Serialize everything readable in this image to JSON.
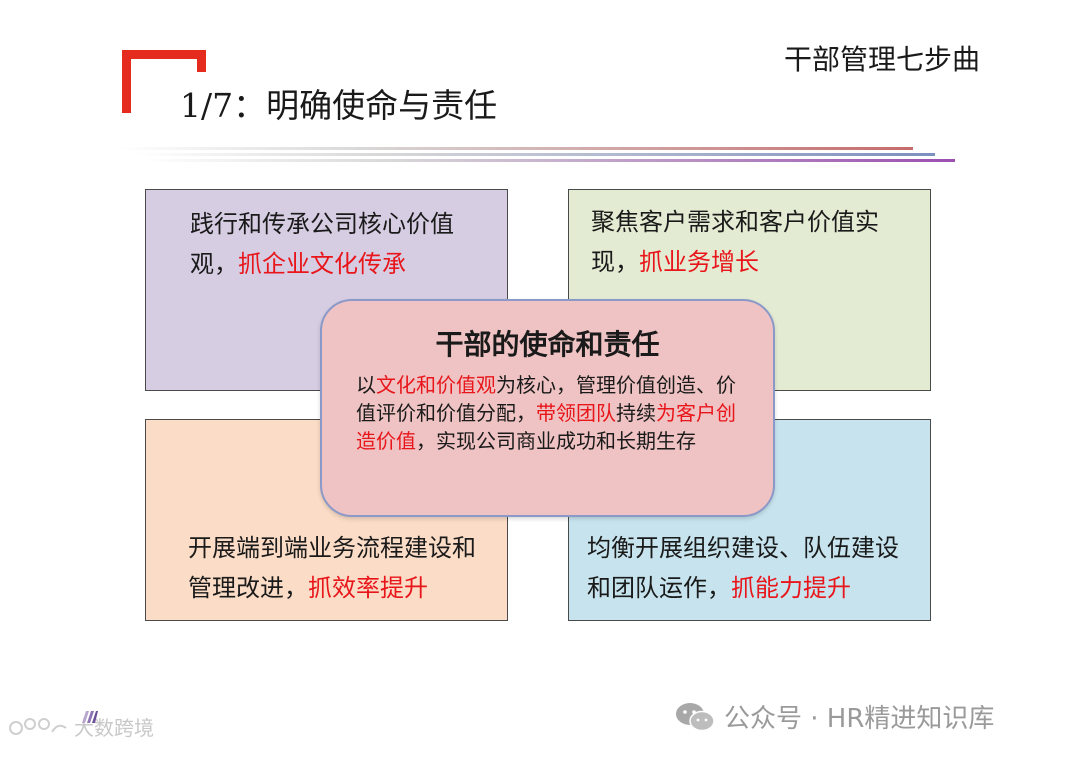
{
  "header": {
    "series_title": "干部管理七步曲",
    "slide_title": "1/7：明确使命与责任"
  },
  "quadrants": {
    "top_left": {
      "text": "践行和传承公司核心价值观，",
      "highlight": "抓企业文化传承"
    },
    "top_right": {
      "text": "聚焦客户需求和客户价值实现，",
      "highlight": "抓业务增长"
    },
    "bottom_left": {
      "text": "开展端到端业务流程建设和管理改进，",
      "highlight": "抓效率提升"
    },
    "bottom_right": {
      "text": "均衡开展组织建设、队伍建设和团队运作，",
      "highlight": "抓能力提升"
    }
  },
  "center": {
    "title": "干部的使命和责任",
    "parts": [
      {
        "text": "以",
        "red": false
      },
      {
        "text": "文化和价值观",
        "red": true
      },
      {
        "text": "为核心，管理价值创造、价值评价和价值分配，",
        "red": false
      },
      {
        "text": "带领团队",
        "red": true
      },
      {
        "text": "持续",
        "red": false
      },
      {
        "text": "为客户创造价值",
        "red": true
      },
      {
        "text": "，实现公司商业成功和长期生存",
        "red": false
      }
    ]
  },
  "footer": {
    "watermark": "公众号 · HR精进知识库",
    "corner_logo": "大数跨境"
  },
  "colors": {
    "accent_red": "#e52b1e",
    "highlight_red": "#e8161b",
    "q1_bg": "#d6cde2",
    "q2_bg": "#e3ebd3",
    "q3_bg": "#fbdcc6",
    "q4_bg": "#c7e4ee",
    "center_bg": "#efc3c3"
  }
}
